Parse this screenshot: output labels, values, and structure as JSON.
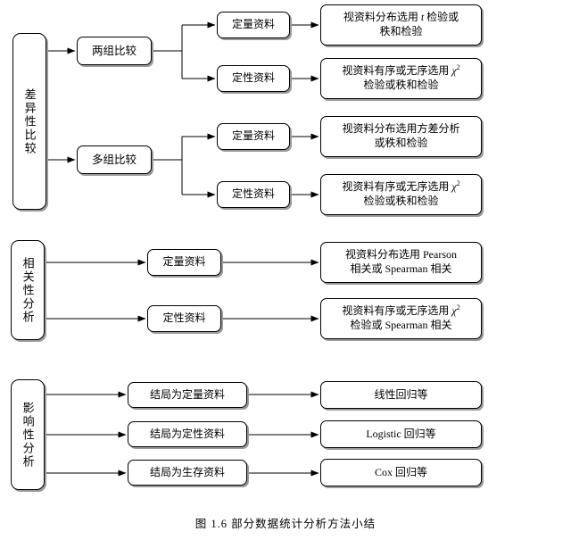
{
  "figure": {
    "caption": "图 1.6 部分数据统计分析方法小结"
  },
  "sections": {
    "difference": {
      "pillar_label": "差异性比较",
      "branches": [
        {
          "label": "两组比较",
          "children": [
            {
              "label": "定量资料",
              "result_pre": "视资料分布选用 ",
              "result_italic": "t",
              "result_post": " 检验或\n秩和检验",
              "result_plain": "视资料分布选用 t 检验或秩和检验"
            },
            {
              "label": "定性资料",
              "result_pre": "视资料有序或无序选用 ",
              "result_chi": "χ",
              "result_sup": "2",
              "result_post": "\n检验或秩和检验",
              "result_plain": "视资料有序或无序选用 χ2 检验或秩和检验"
            }
          ]
        },
        {
          "label": "多组比较",
          "children": [
            {
              "label": "定量资料",
              "result_pre": "视资料分布选用方差分析\n或秩和检验",
              "result_plain": "视资料分布选用方差分析或秩和检验"
            },
            {
              "label": "定性资料",
              "result_pre": "视资料有序或无序选用 ",
              "result_chi": "χ",
              "result_sup": "2",
              "result_post": "\n检验或秩和检验",
              "result_plain": "视资料有序或无序选用 χ2 检验或秩和检验"
            }
          ]
        }
      ]
    },
    "correlation": {
      "pillar_label": "相关性分析",
      "rows": [
        {
          "label": "定量资料",
          "result_pre": "视资料分布选用 Pearson\n相关或 Spearman 相关",
          "result_plain": "视资料分布选用 Pearson 相关或 Spearman 相关"
        },
        {
          "label": "定性资料",
          "result_pre": "视资料有序或无序选用 ",
          "result_chi": "χ",
          "result_sup": "2",
          "result_post": "\n检验或 Spearman 相关",
          "result_plain": "视资料有序或无序选用 χ2 检验或 Spearman 相关"
        }
      ]
    },
    "influence": {
      "pillar_label": "影响性分析",
      "rows": [
        {
          "label": "结局为定量资料",
          "result": "线性回归等"
        },
        {
          "label": "结局为定性资料",
          "result": "Logistic 回归等"
        },
        {
          "label": "结局为生存资料",
          "result": "Cox 回归等"
        }
      ]
    }
  },
  "colors": {
    "stroke": "#000000",
    "shadow": "#9a9a9a",
    "fill": "#ffffff",
    "background": "#ffffff"
  }
}
